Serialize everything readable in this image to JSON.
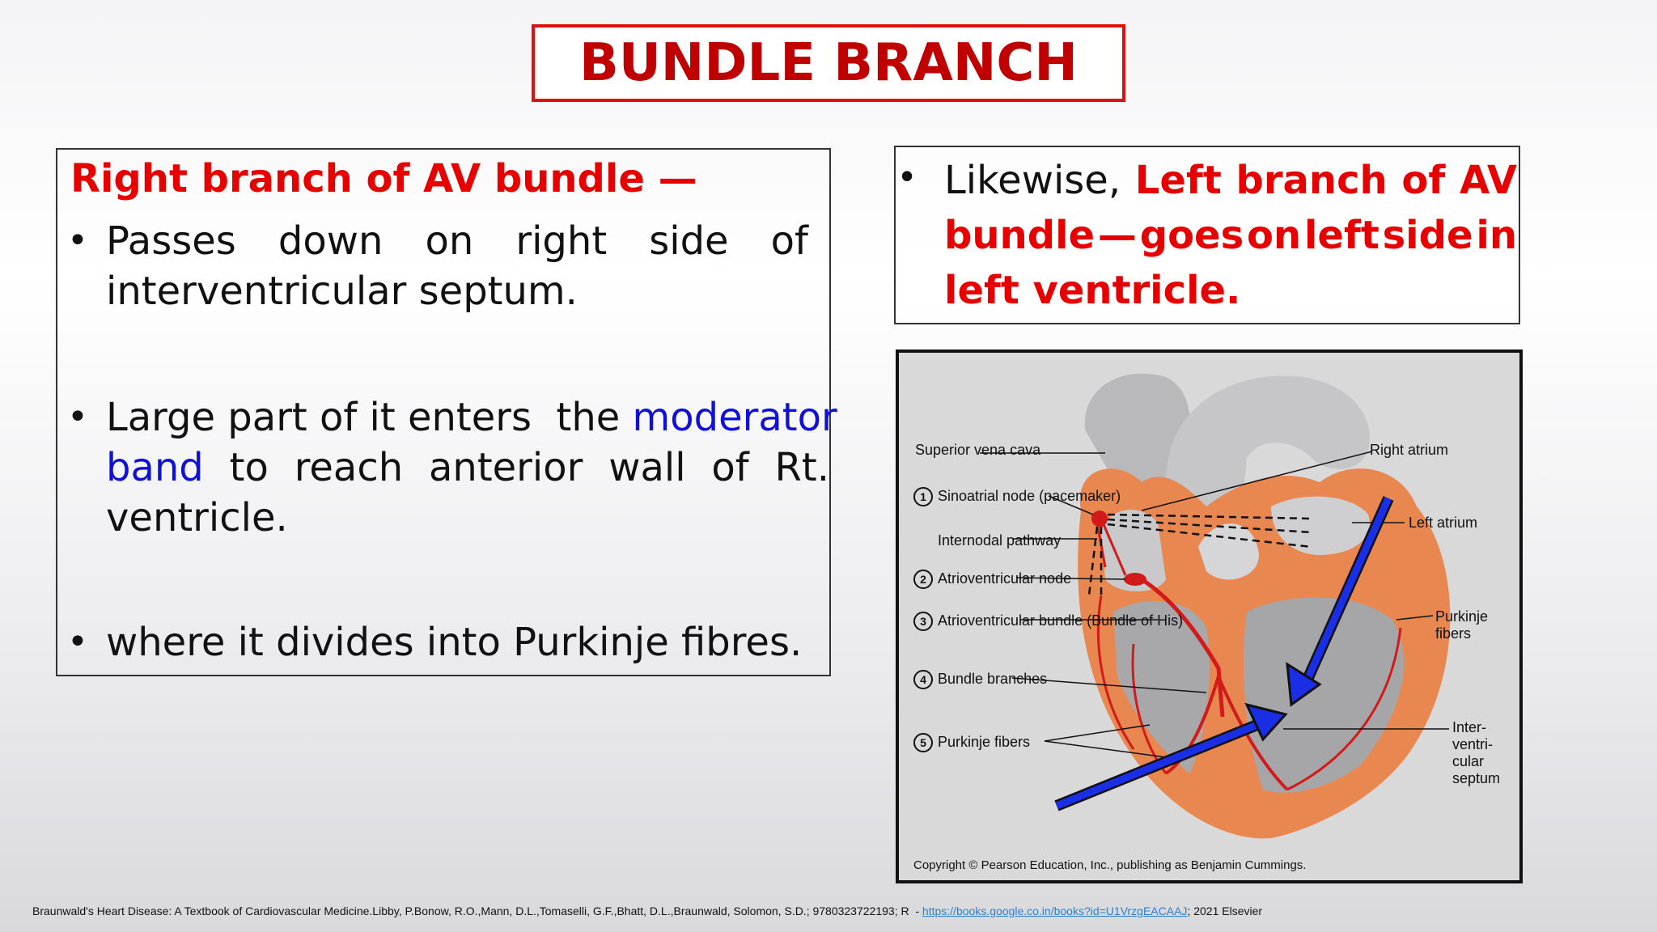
{
  "title": "BUNDLE BRANCH",
  "left_panel": {
    "heading": "Right branch of AV  bundle —",
    "bullet1": {
      "line1_words": [
        "Passes",
        "down",
        "on",
        "right",
        "side",
        "of"
      ],
      "line2": "interventricular septum."
    },
    "bullet2": {
      "line1_text": "Large part of it enters  the ",
      "highlight1": "moderator",
      "highlight2": "band",
      "line2_rest_words": [
        "to",
        "reach",
        "anterior",
        "wall",
        "of",
        "Rt."
      ],
      "line3": "ventricle."
    },
    "bullet3": "where it divides into Purkinje fibres."
  },
  "right_panel": {
    "lead": "Likewise,",
    "line1_red_words": [
      "Left",
      "branch",
      "of",
      "AV"
    ],
    "line2_words": [
      "bundle",
      "—",
      "goes",
      "on",
      "left",
      "side",
      "in"
    ],
    "line3": "left  ventricle."
  },
  "diagram": {
    "labels": {
      "svc": "Superior vena cava",
      "sa_node": "Sinoatrial node (pacemaker)",
      "sa_num": "1",
      "internodal": "Internodal pathway",
      "av_node": "Atrioventricular node",
      "av_num": "2",
      "av_bundle": "Atrioventricular bundle (Bundle of His)",
      "av_bundle_num": "3",
      "bundle_branches": "Bundle branches",
      "bundle_branches_num": "4",
      "purkinje_left": "Purkinje fibers",
      "purkinje_left_num": "5",
      "right_atrium": "Right atrium",
      "left_atrium": "Left atrium",
      "purkinje_right": "Purkinje fibers",
      "septum": "Inter- ventri- cular septum"
    },
    "copyright": "Copyright © Pearson Education, Inc., publishing as Benjamin Cummings.",
    "colors": {
      "muscle": "#e8874f",
      "conduction": "#d31a1a",
      "arrow": "#1a2ee6"
    }
  },
  "footer": {
    "citation": "Braunwald's Heart Disease: A Textbook of Cardiovascular Medicine.Libby, P.Bonow, R.O.,Mann, D.L.,Tomaselli, G.F.,Bhatt, D.L.,Braunwald, Solomon, S.D.; 9780323722193; R  - ",
    "link": "https://books.google.co.in/books?id=U1VrzgEACAAJ",
    "suffix": "; 2021 Elsevier"
  }
}
